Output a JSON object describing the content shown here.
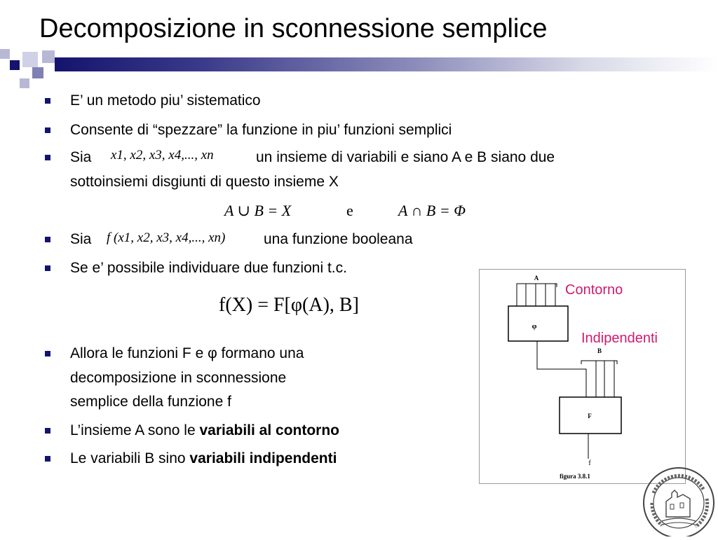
{
  "slide": {
    "title": "Decomposizione in sconnessione semplice",
    "bullets": [
      "E’ un metodo piu’ sistematico",
      "Consente di “spezzare” la funzione in piu’ funzioni semplici"
    ],
    "sia_label": "Sia",
    "sia_set": "x1, x2, x3, x4,..., xn",
    "sia_rest_line1": "un insieme di variabili e siano A e B siano due",
    "sia_rest_line2": "sottoinsiemi disgiunti di questo insieme X",
    "eq_union": "A ∪ B = X",
    "eq_e": "e",
    "eq_intersection": "A ∩ B = Φ",
    "sia2_label": "Sia",
    "sia2_func": "f (x1, x2, x3, x4,..., xn)",
    "sia2_rest": "una funzione booleana",
    "individua": "Se e’ possibile individuare due funzioni t.c.",
    "main_eq": "f(X) = F[φ(A), B]",
    "allora_line1": "Allora le funzioni F e φ formano una",
    "allora_line2": "decomposizione in sconnessione",
    "allora_line3": "semplice della funzione f",
    "insieme_a_prefix": "L’insieme A sono le ",
    "insieme_a_bold": "variabili al contorno",
    "variabili_b_prefix": "Le variabili B sino ",
    "variabili_b_bold": "variabili indipendenti"
  },
  "figure": {
    "label_a": "A",
    "label_phi": "φ",
    "label_b": "B",
    "label_f_block": "F",
    "label_f_out": "f",
    "caption": "figura 3.8.1",
    "annotation_contorno": "Contorno",
    "annotation_indipendenti": "Indipendenti"
  },
  "colors": {
    "accent": "#14146e",
    "annotation": "#d11a6f"
  }
}
